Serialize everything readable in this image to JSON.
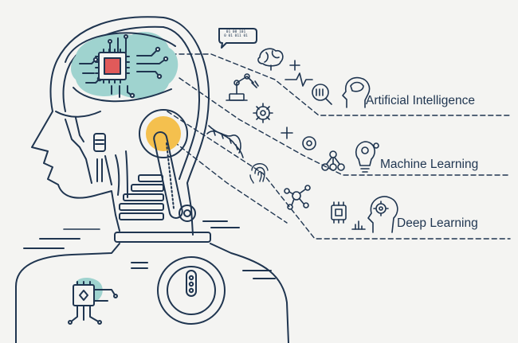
{
  "colors": {
    "outline": "#1f3550",
    "teal": "#9fd3cf",
    "red": "#e05a5a",
    "yellow": "#f4c04e",
    "background": "#f4f4f2"
  },
  "labels": {
    "ai": "Artificial Intelligence",
    "ml": "Machine Learning",
    "dl": "Deep Learning"
  },
  "speech_bubble": {
    "line1": "01 00 101",
    "line2": "0 01 011 01"
  },
  "icons": [
    "robot-head-icon",
    "brain-chip-icon",
    "processor-icon",
    "eye-lens-icon",
    "speech-bubble-icon",
    "brain-icon",
    "plus-icon",
    "pulse-icon",
    "robot-arm-icon",
    "magnifier-code-icon",
    "head-brain-icon",
    "gear-icon",
    "dna-icon",
    "target-icon",
    "network-tree-icon",
    "lightbulb-gears-icon",
    "fingerprint-icon",
    "network-node-icon",
    "chip-icon",
    "bar-chart-icon",
    "head-gear-icon"
  ]
}
